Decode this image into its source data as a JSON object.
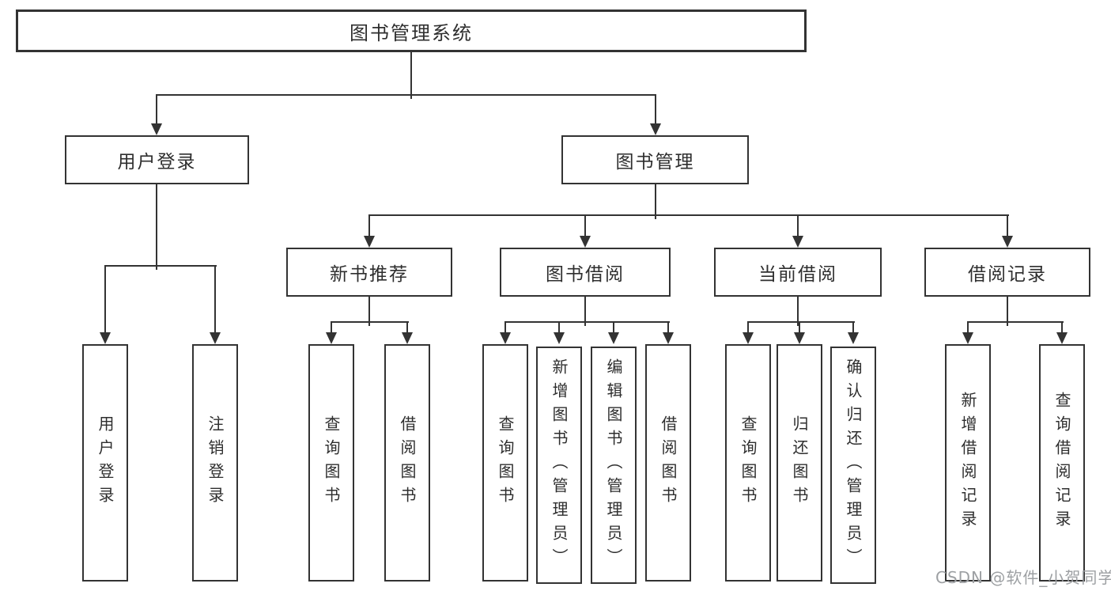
{
  "diagram": {
    "root": {
      "label": "图书管理系统"
    },
    "level2": {
      "user_login": {
        "label": "用户登录"
      },
      "book_management": {
        "label": "图书管理"
      }
    },
    "level3": {
      "new_book_recommend": {
        "label": "新书推荐"
      },
      "book_borrowing": {
        "label": "图书借阅"
      },
      "current_borrowing": {
        "label": "当前借阅"
      },
      "borrow_records": {
        "label": "借阅记录"
      }
    },
    "leaves": {
      "user_login": {
        "label": "用户登录"
      },
      "logout": {
        "label": "注销登录"
      },
      "recommend_query_books": {
        "label": "查询图书"
      },
      "recommend_borrow_books": {
        "label": "借阅图书"
      },
      "borrowing_query_books": {
        "label": "查询图书"
      },
      "borrowing_add_book_admin": {
        "label": "新增图书（管理员）"
      },
      "borrowing_edit_book_admin": {
        "label": "编辑图书（管理员）"
      },
      "borrowing_borrow_books": {
        "label": "借阅图书"
      },
      "current_query_books": {
        "label": "查询图书"
      },
      "current_return_book": {
        "label": "归还图书"
      },
      "current_confirm_return_admin": {
        "label": "确认归还（管理员）"
      },
      "records_add_record": {
        "label": "新增借阅记录"
      },
      "records_query_record": {
        "label": "查询借阅记录"
      }
    },
    "structure": {
      "图书管理系统": [
        "用户登录",
        "图书管理"
      ],
      "用户登录": [
        "用户登录",
        "注销登录"
      ],
      "图书管理": [
        "新书推荐",
        "图书借阅",
        "当前借阅",
        "借阅记录"
      ],
      "新书推荐": [
        "查询图书",
        "借阅图书"
      ],
      "图书借阅": [
        "查询图书",
        "新增图书（管理员）",
        "编辑图书（管理员）",
        "借阅图书"
      ],
      "当前借阅": [
        "查询图书",
        "归还图书",
        "确认归还（管理员）"
      ],
      "借阅记录": [
        "新增借阅记录",
        "查询借阅记录"
      ]
    },
    "watermark": "CSDN @软件_小贺同学",
    "colors": {
      "line": "#333333",
      "text": "#2e2e2e",
      "watermark": "#9da0a3",
      "background": "#ffffff"
    }
  }
}
